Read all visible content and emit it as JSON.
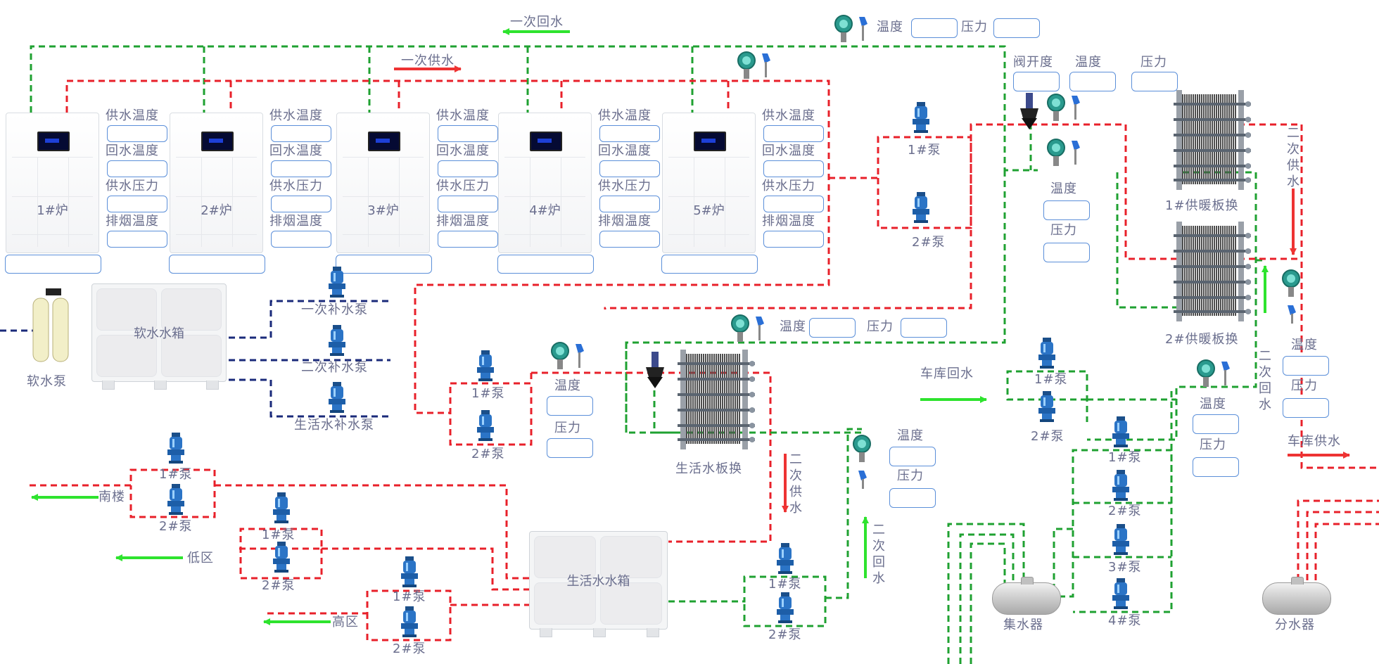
{
  "colors": {
    "supply": "#e8202a",
    "return": "#1fa131",
    "makeup": "#1a2a7a",
    "arrow_green": "#2ee32e",
    "arrow_red": "#ee3333",
    "label": "#6b6f8e",
    "box_border": "#5b8fd9"
  },
  "flows": {
    "primary_return": "一次回水",
    "primary_supply": "一次供水",
    "secondary_supply": "二次供水",
    "secondary_return": "二次回水",
    "garage_return": "车库回水",
    "garage_supply": "车库供水",
    "south_building": "南楼",
    "low_zone": "低区",
    "high_zone": "高区"
  },
  "boiler_fields": [
    "供水温度",
    "回水温度",
    "供水压力",
    "排烟温度"
  ],
  "boilers": [
    {
      "name": "1#炉"
    },
    {
      "name": "2#炉"
    },
    {
      "name": "3#炉"
    },
    {
      "name": "4#炉"
    },
    {
      "name": "5#炉"
    }
  ],
  "soft_water": {
    "tank": "软水水箱",
    "softener": "软水泵",
    "primary_makeup": "一次补水泵",
    "secondary_makeup": "二次补水泵",
    "domestic_makeup": "生活水补水泵"
  },
  "pumps": {
    "p1": "1#泵",
    "p2": "2#泵",
    "p3": "3#泵",
    "p4": "4#泵"
  },
  "measure": {
    "temperature": "温度",
    "pressure": "压力",
    "valve_opening": "阀开度"
  },
  "equipment": {
    "hx1": "1#供暖板换",
    "hx2": "2#供暖板换",
    "domestic_hx": "生活水板换",
    "domestic_tank": "生活水水箱",
    "collector": "集水器",
    "distributor": "分水器"
  }
}
